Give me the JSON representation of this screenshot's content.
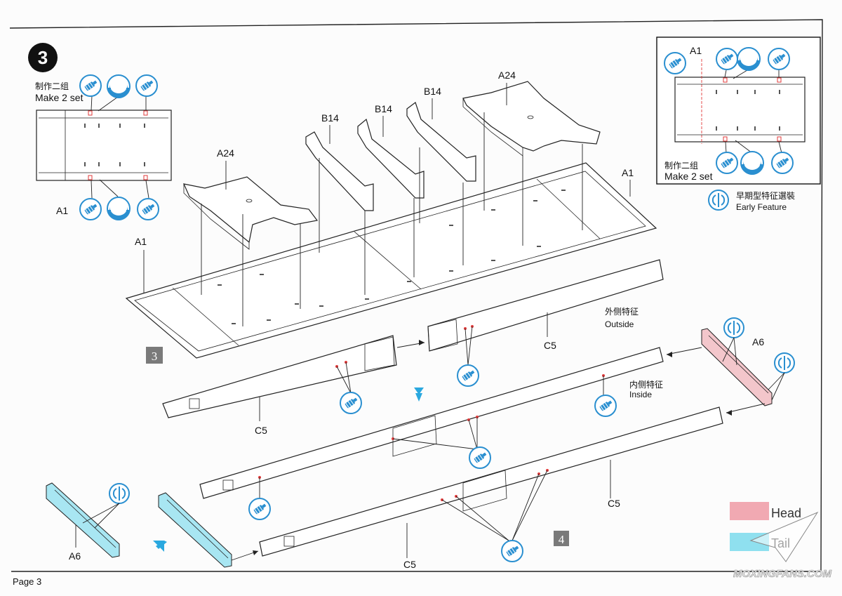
{
  "step": {
    "number": "3"
  },
  "labels": {
    "make_set_cn": "制作二组",
    "make_set_en": "Make 2 set",
    "a1": "A1",
    "a24": "A24",
    "b14": "B14",
    "c5": "C5",
    "a6": "A6",
    "outside_cn": "外侧特征",
    "outside_en": "Outside",
    "inside_cn": "内侧特征",
    "inside_en": "Inside",
    "early_cn": "早期型特征選裝",
    "early_en": "Early Feature",
    "sub_3": "3",
    "sub_4": "4"
  },
  "legend": {
    "head": "Head",
    "tail": "Tail",
    "head_color": "#f1a9b2",
    "tail_color": "#8fe0ef"
  },
  "footer": {
    "page": "Page 3",
    "watermark": "MOXINGFANS.COM"
  },
  "colors": {
    "accent": "#2a8fd0",
    "mark": "#e23a3a",
    "head_part": "#f3c6cb",
    "tail_part": "#a8e6f2"
  },
  "icons": [
    "glue-icon",
    "cement-icon",
    "early-feature-icon",
    "down-arrow-icon"
  ]
}
